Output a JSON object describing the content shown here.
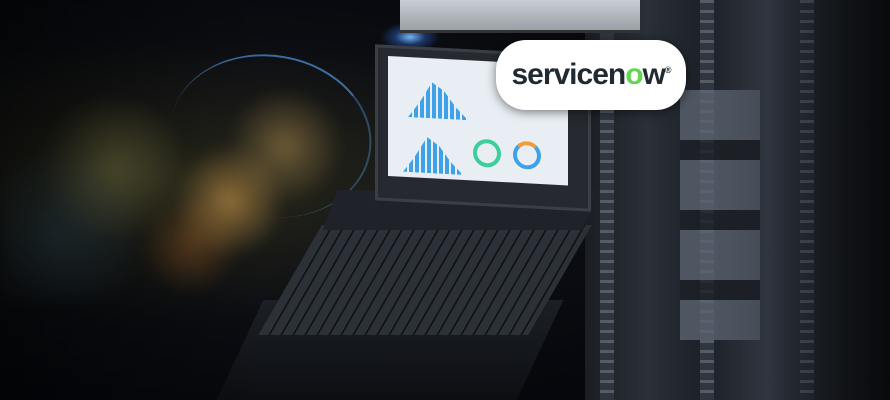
{
  "logo": {
    "text_before": "servicen",
    "text_o": "o",
    "text_after": "w",
    "registered": "®",
    "accent_color": "#62d84e",
    "text_color": "#202a30"
  }
}
